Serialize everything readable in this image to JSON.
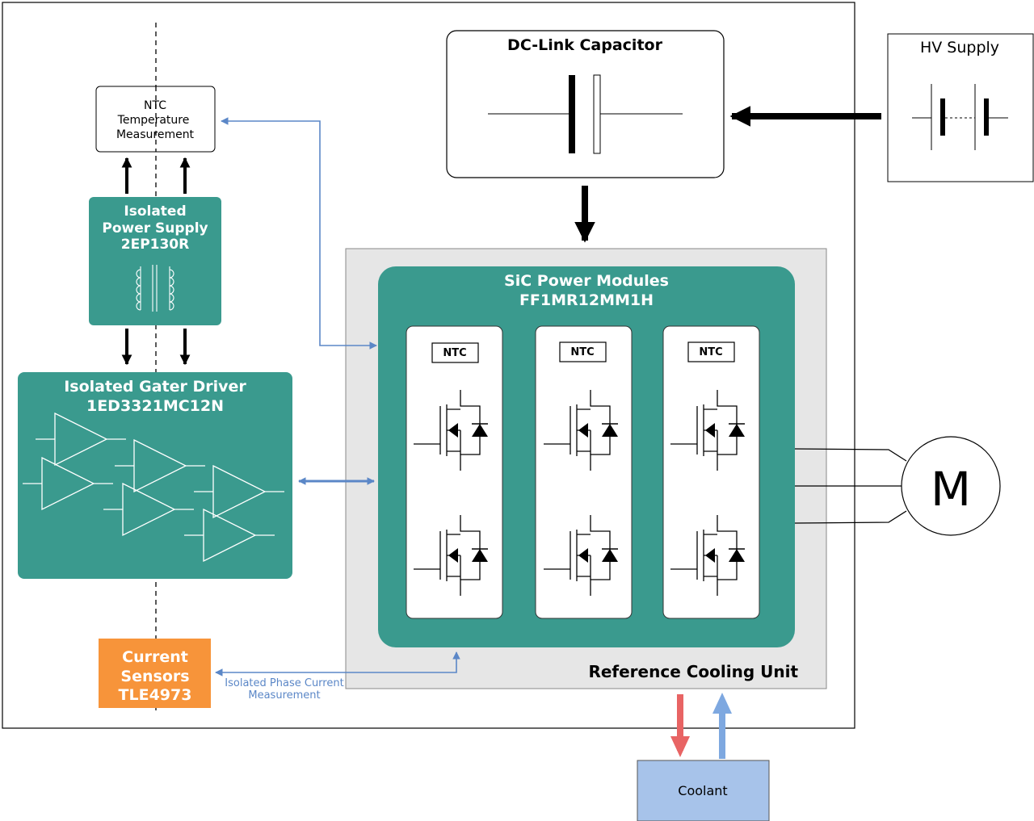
{
  "colors": {
    "teal": "#3a9a8e",
    "orange": "#f7943a",
    "gray_panel": "#e6e6e6",
    "blue_arrow": "#5b87c7",
    "red_arrow": "#e86464",
    "light_blue_arrow": "#7ea8e0",
    "coolant_fill": "#a7c3ea"
  },
  "labels": {
    "dc_link": "DC-Link Capacitor",
    "hv_supply": "HV Supply",
    "ntc_line1": "NTC",
    "ntc_line2": "Temperature",
    "ntc_line3": "Measurement",
    "power_supply_line1": "Isolated",
    "power_supply_line2": "Power Supply",
    "power_supply_line3": "2EP130R",
    "gate_driver_line1": "Isolated Gater Driver",
    "gate_driver_line2": "1ED3321MC12N",
    "sic_line1": "SiC Power Modules",
    "sic_line2": "FF1MR12MM1H",
    "module_ntc": [
      "NTC",
      "NTC",
      "NTC"
    ],
    "cooling_unit": "Reference Cooling Unit",
    "current_line1": "Current",
    "current_line2": "Sensors",
    "current_line3": "TLE4973",
    "phase_current_line1": "Isolated Phase Current",
    "phase_current_line2": "Measurement",
    "motor": "M",
    "coolant": "Coolant"
  },
  "icons": {
    "transformer": "transformer-icon",
    "capacitor": "capacitor-icon",
    "battery": "battery-icon",
    "mosfet": "mosfet-icon",
    "amplifier": "amplifier-icon"
  }
}
